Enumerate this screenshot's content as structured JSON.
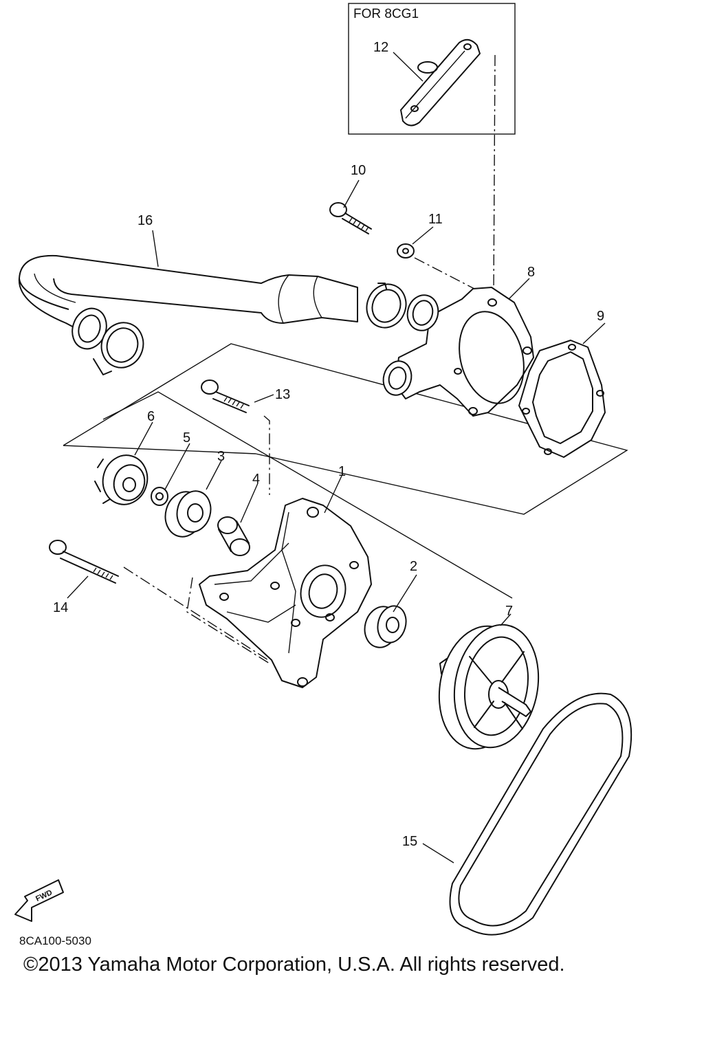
{
  "inset_box": {
    "label": "FOR 8CG1"
  },
  "callouts": [
    {
      "id": "1",
      "part": "pump-housing"
    },
    {
      "id": "2",
      "part": "bearing"
    },
    {
      "id": "3",
      "part": "seal"
    },
    {
      "id": "4",
      "part": "collar"
    },
    {
      "id": "5",
      "part": "washer"
    },
    {
      "id": "6",
      "part": "impeller"
    },
    {
      "id": "7",
      "part": "pulley"
    },
    {
      "id": "8",
      "part": "pump-cover"
    },
    {
      "id": "9",
      "part": "gasket"
    },
    {
      "id": "10",
      "part": "bolt"
    },
    {
      "id": "11",
      "part": "washer"
    },
    {
      "id": "12",
      "part": "plate"
    },
    {
      "id": "13",
      "part": "bolt"
    },
    {
      "id": "14",
      "part": "bolt"
    },
    {
      "id": "15",
      "part": "v-belt"
    },
    {
      "id": "16",
      "part": "hose"
    }
  ],
  "fwd_arrow": {
    "label": "FWD"
  },
  "diagram_code": "8CA100-5030",
  "copyright": "©2013 Yamaha Motor Corporation, U.S.A. All rights reserved."
}
